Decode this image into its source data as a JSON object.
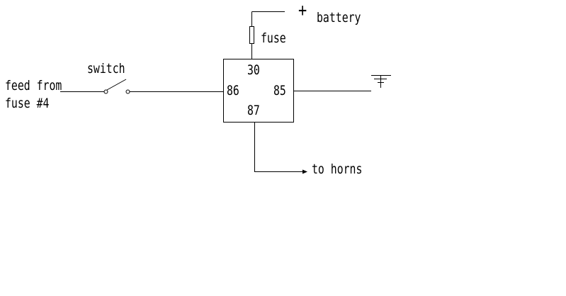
{
  "labels": {
    "battery_plus": "+",
    "battery": "battery",
    "fuse": "fuse",
    "switch": "switch",
    "feed_line1": "feed from",
    "feed_line2": "fuse #4",
    "to_horns": "to horns"
  },
  "relay": {
    "pin_30": "30",
    "pin_86": "86",
    "pin_85": "85",
    "pin_87": "87"
  },
  "colors": {
    "line": "#000000",
    "background": "#ffffff"
  }
}
